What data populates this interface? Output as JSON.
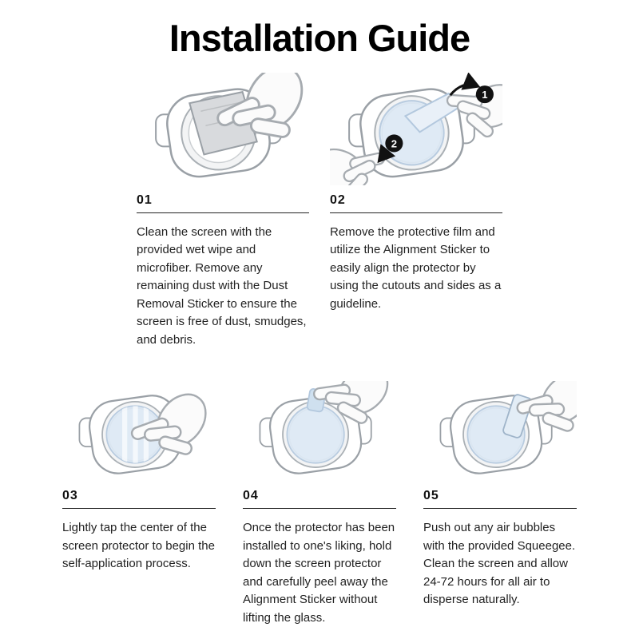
{
  "page": {
    "title": "Installation Guide"
  },
  "colors": {
    "line_art_gray": "#9aa0a6",
    "film_blue": "#dce8f4",
    "badge_black": "#111111",
    "text_black": "#222222"
  },
  "steps": [
    {
      "number": "01",
      "illustration": "hand-cleaning-watch-with-wet-wipe",
      "text": "Clean the screen with the provided wet wipe and microfiber. Remove any remaining dust with the Dust Removal Sticker to ensure the screen is free of dust, smudges, and debris."
    },
    {
      "number": "02",
      "illustration": "peeling-protective-film-using-alignment-sticker",
      "badges": [
        "1",
        "2"
      ],
      "text": "Remove the protective film and utilize the Alignment Sticker to easily align the protector by using the cutouts and sides as a guideline."
    },
    {
      "number": "03",
      "illustration": "finger-tapping-center-of-screen-protector",
      "text": "Lightly tap the center of the screen protector to begin the self-application process."
    },
    {
      "number": "04",
      "illustration": "hand-peeling-alignment-sticker-from-installed-protector",
      "text": "Once the protector has been installed to one's liking, hold down the screen protector and carefully peel away the Alignment Sticker without lifting the glass."
    },
    {
      "number": "05",
      "illustration": "hand-pushing-air-bubbles-with-squeegee",
      "text": "Push out any air bubbles with the provided Squeegee. Clean the screen and allow 24-72 hours for all air to disperse naturally."
    }
  ]
}
